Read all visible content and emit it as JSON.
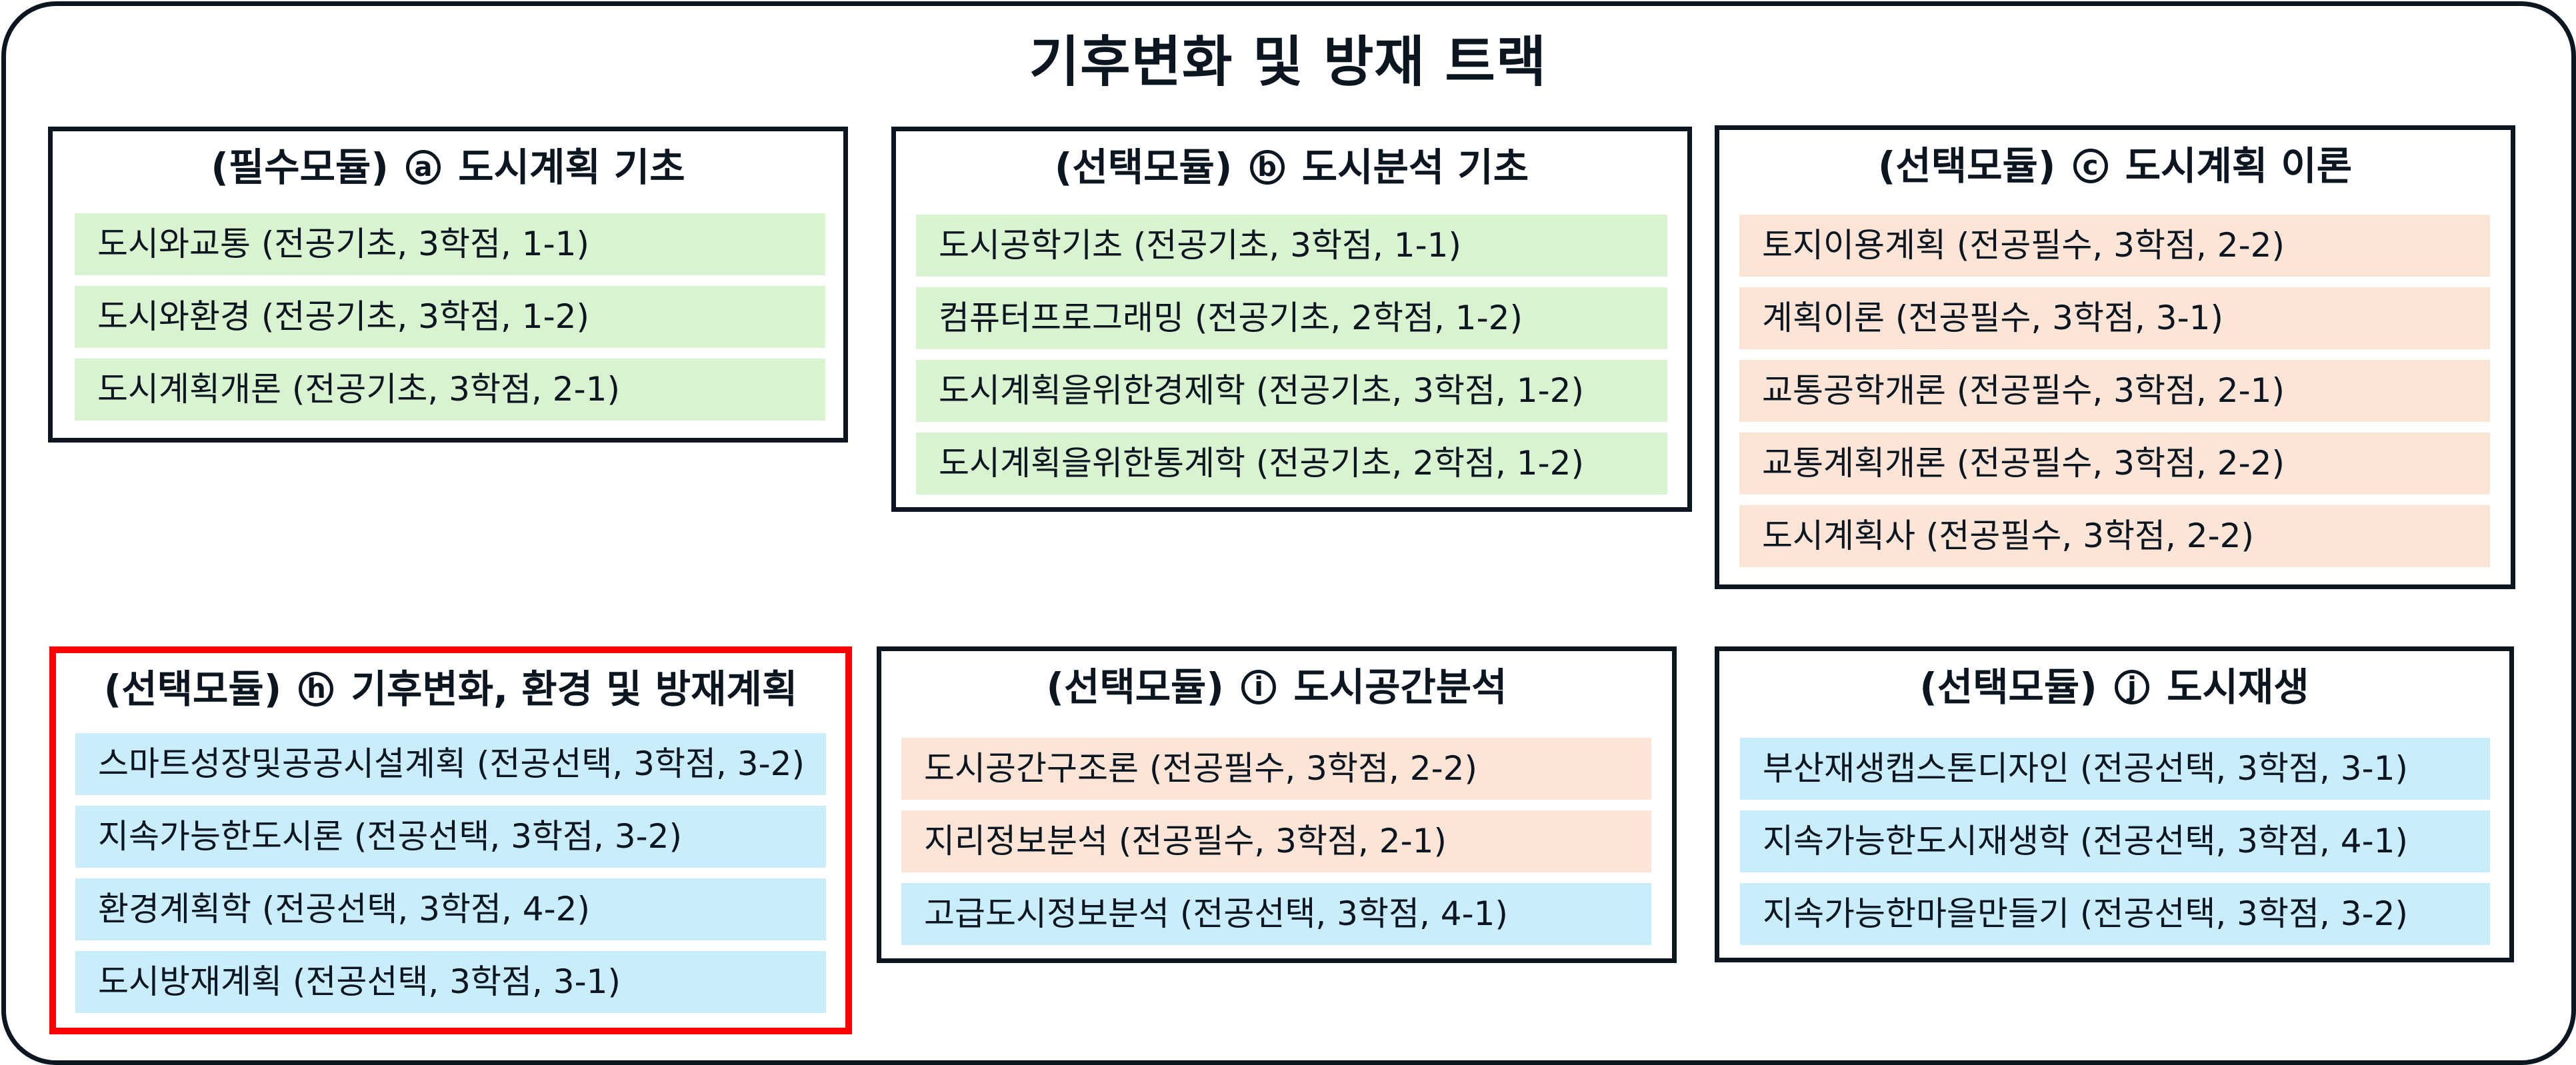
{
  "title": "기후변화 및 방재 트랙",
  "colors": {
    "border": "#0b1621",
    "highlight_border": "#ff0000",
    "required_basic": "#d9f2d0",
    "major_required": "#fce4d6",
    "major_elective": "#caedfb"
  },
  "modules": [
    {
      "id": "a",
      "prefix": "(필수모듈)",
      "badge": "a",
      "name": "도시계획 기초",
      "highlighted": false,
      "items": [
        {
          "label": "도시와교통 (전공기초, 3학점, 1-1)",
          "type": "전공기초"
        },
        {
          "label": "도시와환경 (전공기초, 3학점, 1-2)",
          "type": "전공기초"
        },
        {
          "label": "도시계획개론 (전공기초, 3학점, 2-1)",
          "type": "전공기초"
        }
      ]
    },
    {
      "id": "b",
      "prefix": "(선택모듈)",
      "badge": "b",
      "name": "도시분석 기초",
      "highlighted": false,
      "items": [
        {
          "label": "도시공학기초 (전공기초, 3학점, 1-1)",
          "type": "전공기초"
        },
        {
          "label": "컴퓨터프로그래밍 (전공기초, 2학점, 1-2)",
          "type": "전공기초"
        },
        {
          "label": "도시계획을위한경제학 (전공기초, 3학점, 1-2)",
          "type": "전공기초"
        },
        {
          "label": "도시계획을위한통계학 (전공기초, 2학점, 1-2)",
          "type": "전공기초"
        }
      ]
    },
    {
      "id": "c",
      "prefix": "(선택모듈)",
      "badge": "c",
      "name": "도시계획 이론",
      "highlighted": false,
      "items": [
        {
          "label": "토지이용계획 (전공필수, 3학점, 2-2)",
          "type": "전공필수"
        },
        {
          "label": "계획이론 (전공필수, 3학점, 3-1)",
          "type": "전공필수"
        },
        {
          "label": "교통공학개론 (전공필수, 3학점, 2-1)",
          "type": "전공필수"
        },
        {
          "label": "교통계획개론 (전공필수, 3학점, 2-2)",
          "type": "전공필수"
        },
        {
          "label": "도시계획사 (전공필수, 3학점, 2-2)",
          "type": "전공필수"
        }
      ]
    },
    {
      "id": "h",
      "prefix": "(선택모듈)",
      "badge": "h",
      "name": "기후변화, 환경 및 방재계획",
      "highlighted": true,
      "items": [
        {
          "label": "스마트성장및공공시설계획 (전공선택, 3학점, 3-2)",
          "type": "전공선택"
        },
        {
          "label": "지속가능한도시론 (전공선택, 3학점, 3-2)",
          "type": "전공선택"
        },
        {
          "label": "환경계획학 (전공선택, 3학점, 4-2)",
          "type": "전공선택"
        },
        {
          "label": "도시방재계획 (전공선택, 3학점, 3-1)",
          "type": "전공선택"
        }
      ]
    },
    {
      "id": "i",
      "prefix": "(선택모듈)",
      "badge": "i",
      "name": "도시공간분석",
      "highlighted": false,
      "items": [
        {
          "label": "도시공간구조론 (전공필수, 3학점, 2-2)",
          "type": "전공필수"
        },
        {
          "label": "지리정보분석 (전공필수, 3학점, 2-1)",
          "type": "전공필수"
        },
        {
          "label": "고급도시정보분석 (전공선택, 3학점, 4-1)",
          "type": "전공선택"
        }
      ]
    },
    {
      "id": "j",
      "prefix": "(선택모듈)",
      "badge": "j",
      "name": "도시재생",
      "highlighted": false,
      "items": [
        {
          "label": "부산재생캡스톤디자인 (전공선택, 3학점, 3-1)",
          "type": "전공선택"
        },
        {
          "label": "지속가능한도시재생학 (전공선택, 3학점, 4-1)",
          "type": "전공선택"
        },
        {
          "label": "지속가능한마을만들기 (전공선택, 3학점, 3-2)",
          "type": "전공선택"
        }
      ]
    }
  ]
}
